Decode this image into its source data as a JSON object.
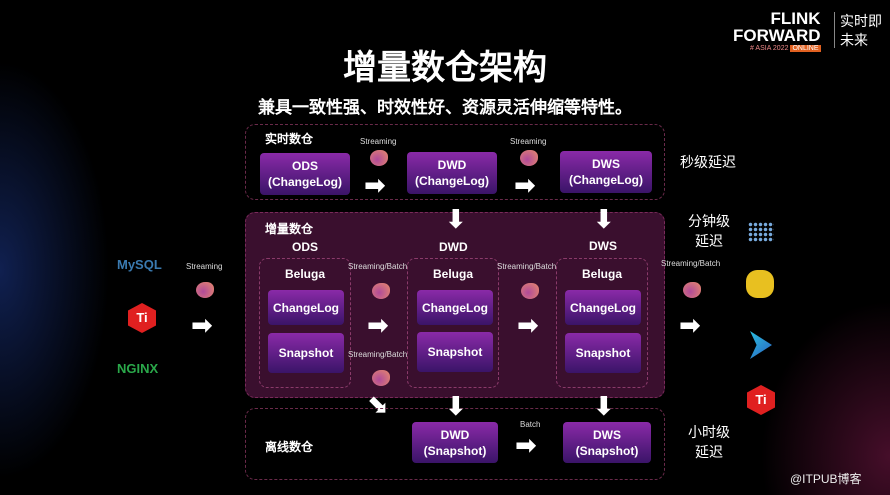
{
  "title": "增量数仓架构",
  "subtitle": "兼具一致性强、时效性好、资源灵活伸缩等特性。",
  "logo": {
    "line1": "FLINK",
    "line2": "FORWARD",
    "line3": "# ASIA 2022",
    "badge": "ONLINE",
    "cn1": "实时即",
    "cn2": "未来"
  },
  "realtime": {
    "label": "实时数仓",
    "ods": [
      "ODS",
      "(ChangeLog)"
    ],
    "dwd": [
      "DWD",
      "(ChangeLog)"
    ],
    "dws": [
      "DWS",
      "(ChangeLog)"
    ],
    "edge": "Streaming"
  },
  "incremental": {
    "label": "增量数仓",
    "cols": [
      "ODS",
      "DWD",
      "DWS"
    ],
    "beluga": "Beluga",
    "changelog": "ChangeLog",
    "snapshot": "Snapshot",
    "edge1": "Streaming/Batch",
    "edge2": "Streaming/Batch"
  },
  "offline": {
    "label": "离线数仓",
    "dwd": [
      "DWD",
      "(Snapshot)"
    ],
    "dws": [
      "DWS",
      "(Snapshot)"
    ],
    "edge": "Batch"
  },
  "sources": {
    "mysql": "MySQL",
    "tidb": "Ti",
    "nginx": "NGINX",
    "edge": "Streaming"
  },
  "sink_edge": "Streaming/Batch",
  "latency": {
    "sec": "秒级延迟",
    "min": [
      "分钟级",
      "延迟"
    ],
    "hour": [
      "小时级",
      "延迟"
    ]
  },
  "watermark": "@ITPUB博客"
}
